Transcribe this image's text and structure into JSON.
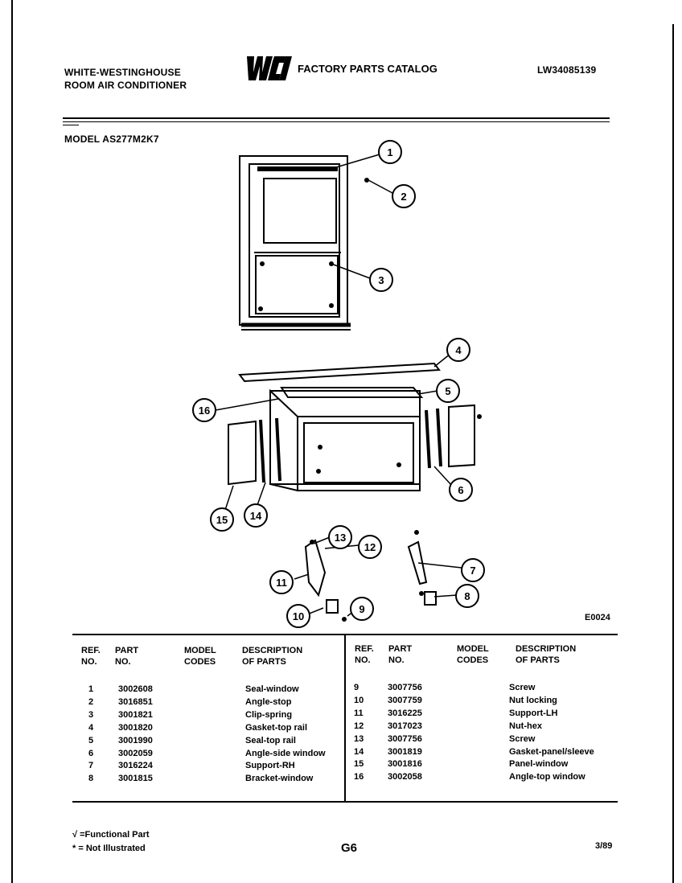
{
  "header": {
    "brand_line1": "WHITE-WESTINGHOUSE",
    "brand_line2": "ROOM AIR CONDITIONER",
    "logo": "WCI",
    "catalog_title": "FACTORY PARTS CATALOG",
    "doc_number": "LW34085139",
    "model_label": "MODEL AS277M2K7"
  },
  "diagram": {
    "code": "E0024",
    "callouts": [
      "1",
      "2",
      "3",
      "4",
      "5",
      "6",
      "7",
      "8",
      "9",
      "10",
      "11",
      "12",
      "13",
      "14",
      "15",
      "16"
    ]
  },
  "table": {
    "headers_left": {
      "ref": "REF.",
      "ref2": "NO.",
      "part": "PART",
      "part2": "NO.",
      "model": "MODEL",
      "model2": "CODES",
      "desc": "DESCRIPTION",
      "desc2": "OF PARTS"
    },
    "headers_right": {
      "ref": "REF.",
      "ref2": "NO.",
      "part": "PART",
      "part2": "NO.",
      "model": "MODEL",
      "model2": "CODES",
      "desc": "DESCRIPTION",
      "desc2": "OF PARTS"
    },
    "left_rows": [
      {
        "ref": "1",
        "part": "3002608",
        "desc": "Seal-window"
      },
      {
        "ref": "2",
        "part": "3016851",
        "desc": "Angle-stop"
      },
      {
        "ref": "3",
        "part": "3001821",
        "desc": "Clip-spring"
      },
      {
        "ref": "4",
        "part": "3001820",
        "desc": "Gasket-top rail"
      },
      {
        "ref": "5",
        "part": "3001990",
        "desc": "Seal-top rail"
      },
      {
        "ref": "6",
        "part": "3002059",
        "desc": "Angle-side window"
      },
      {
        "ref": "7",
        "part": "3016224",
        "desc": "Support-RH"
      },
      {
        "ref": "8",
        "part": "3001815",
        "desc": "Bracket-window"
      }
    ],
    "right_rows": [
      {
        "ref": "9",
        "part": "3007756",
        "desc": "Screw"
      },
      {
        "ref": "10",
        "part": "3007759",
        "desc": "Nut locking"
      },
      {
        "ref": "11",
        "part": "3016225",
        "desc": "Support-LH"
      },
      {
        "ref": "12",
        "part": "3017023",
        "desc": "Nut-hex"
      },
      {
        "ref": "13",
        "part": "3007756",
        "desc": "Screw"
      },
      {
        "ref": "14",
        "part": "3001819",
        "desc": "Gasket-panel/sleeve"
      },
      {
        "ref": "15",
        "part": "3001816",
        "desc": "Panel-window"
      },
      {
        "ref": "16",
        "part": "3002058",
        "desc": "Angle-top window"
      }
    ]
  },
  "footer": {
    "legend_functional": "√ =Functional Part",
    "legend_not_illustrated": "* = Not Illustrated",
    "page_number": "G6",
    "date": "3/89"
  }
}
